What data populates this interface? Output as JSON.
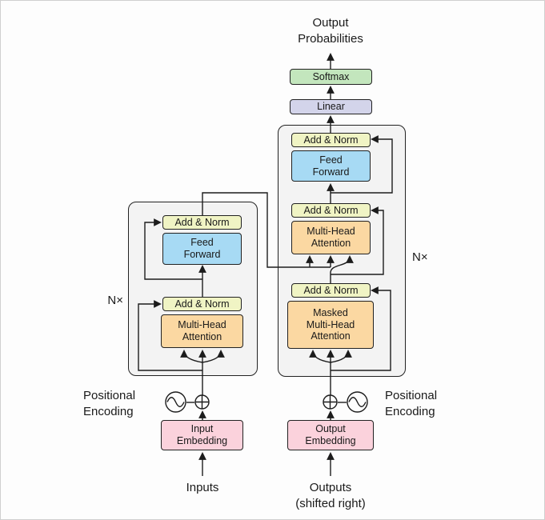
{
  "colors": {
    "add_norm_bg": "#f0f4c4",
    "feed_forward_bg": "#a7daf4",
    "attention_bg": "#fbd8a2",
    "softmax_bg": "#c3e6bd",
    "linear_bg": "#d3d4ea",
    "embedding_bg": "#fbd2dc",
    "stack_bg": "#f3f3f3",
    "line": "#1c1c1c"
  },
  "output_head": {
    "output_probabilities": "Output\nProbabilities",
    "softmax": "Softmax",
    "linear": "Linear"
  },
  "encoder": {
    "add_norm": "Add & Norm",
    "feed_forward": "Feed\nForward",
    "multi_head_attention": "Multi-Head\nAttention",
    "n_times": "N×"
  },
  "decoder": {
    "add_norm": "Add & Norm",
    "feed_forward": "Feed\nForward",
    "multi_head_attention": "Multi-Head\nAttention",
    "masked_multi_head_attention": "Masked\nMulti-Head\nAttention",
    "n_times": "N×"
  },
  "inputs_side": {
    "positional_encoding": "Positional\nEncoding",
    "input_embedding": "Input\nEmbedding",
    "inputs": "Inputs"
  },
  "outputs_side": {
    "positional_encoding": "Positional\nEncoding",
    "output_embedding": "Output\nEmbedding",
    "outputs": "Outputs\n(shifted right)"
  }
}
